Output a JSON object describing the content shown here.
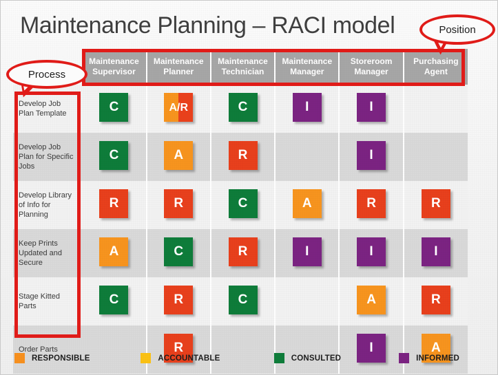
{
  "title": "Maintenance Planning – RACI model",
  "callouts": {
    "position": "Position",
    "process": "Process"
  },
  "matrix": {
    "roles": [
      "Maintenance Supervisor",
      "Maintenance Planner",
      "Maintenance Technician",
      "Maintenance Manager",
      "Storeroom Manager",
      "Purchasing Agent"
    ],
    "role_lines": [
      [
        "Maintenance",
        "Supervisor"
      ],
      [
        "Maintenance",
        "Planner"
      ],
      [
        "Maintenance",
        "Technician"
      ],
      [
        "Maintenance",
        "Manager"
      ],
      [
        "Storeroom",
        "Manager"
      ],
      [
        "Purchasing",
        "Agent"
      ]
    ],
    "processes": [
      "Develop Job Plan Template",
      "Develop Job Plan for Specific Jobs",
      "Develop Library of Info for Planning",
      "Keep Prints Updated and Secure",
      "Stage  Kitted Parts",
      "Order Parts"
    ],
    "rows": [
      {
        "process": "Develop Job Plan Template",
        "cells": [
          "C",
          "A/R",
          "C",
          "I",
          "I",
          ""
        ]
      },
      {
        "process": "Develop Job Plan for Specific Jobs",
        "cells": [
          "C",
          "A",
          "R",
          "",
          "I",
          ""
        ]
      },
      {
        "process": "Develop Library of Info for Planning",
        "cells": [
          "R",
          "R",
          "C",
          "A",
          "R",
          "R"
        ]
      },
      {
        "process": "Keep Prints Updated and Secure",
        "cells": [
          "A",
          "C",
          "R",
          "I",
          "I",
          "I"
        ]
      },
      {
        "process": "Stage  Kitted Parts",
        "cells": [
          "C",
          "R",
          "C",
          "",
          "A",
          "R"
        ]
      },
      {
        "process": "Order Parts",
        "cells": [
          "",
          "R",
          "",
          "",
          "I",
          "A"
        ]
      }
    ]
  },
  "legend": [
    {
      "label": "RESPONSIBLE",
      "color": "#F7901E",
      "code": "R"
    },
    {
      "label": "ACCOUNTABLE",
      "color": "#FBC115",
      "code": "A"
    },
    {
      "label": "CONSULTED",
      "color": "#0E7C3A",
      "code": "C"
    },
    {
      "label": "INFORMED",
      "color": "#7B2382",
      "code": "I"
    }
  ],
  "colors": {
    "responsible": "#E8401C",
    "accountable": "#F7941E",
    "consulted": "#0E7C3A",
    "informed": "#7B2382",
    "header_bg": "#A6A6A6",
    "highlight": "#E01B18",
    "band_light": "#F2F2F2",
    "band_dark": "#D9D9D9"
  }
}
